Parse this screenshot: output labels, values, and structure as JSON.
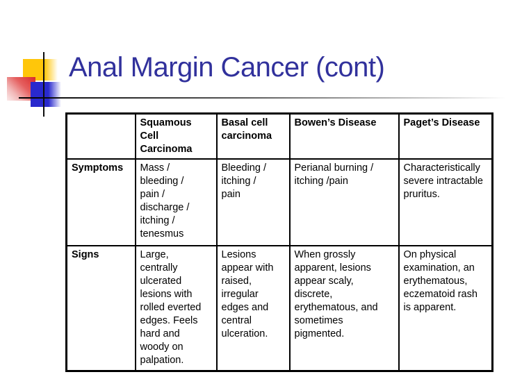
{
  "slide": {
    "title": "Anal Margin Cancer (cont)",
    "accent_colors": {
      "title_text": "#31319C",
      "yellow_square": "#FFC60A",
      "red_square": "#D92B2B",
      "blue_square": "#2929CD",
      "cross_lines": "#000000",
      "table_border": "#000000"
    }
  },
  "table": {
    "columns": [
      "",
      "Squamous\nCell\nCarcinoma",
      "Basal cell\ncarcinoma",
      "Bowen’s Disease",
      "Paget’s Disease"
    ],
    "rows": [
      {
        "label": "Symptoms",
        "cells": [
          "Mass /\nbleeding /\npain /\ndischarge /\nitching /\ntenesmus",
          "Bleeding /\nitching /\npain",
          "Perianal burning /\nitching /pain",
          "Characteristically\nsevere intractable\npruritus."
        ]
      },
      {
        "label": "Signs",
        "cells": [
          "Large,\ncentrally\nulcerated\nlesions with\nrolled everted\nedges.  Feels\nhard and\nwoody on\npalpation.",
          "Lesions\nappear with\nraised,\nirregular\nedges and\ncentral\nulceration.",
          "When grossly\napparent, lesions\nappear scaly,\ndiscrete,\nerythematous, and\nsometimes\npigmented.",
          "On physical\nexamination, an\nerythematous,\neczematoid rash\nis apparent."
        ]
      }
    ]
  }
}
